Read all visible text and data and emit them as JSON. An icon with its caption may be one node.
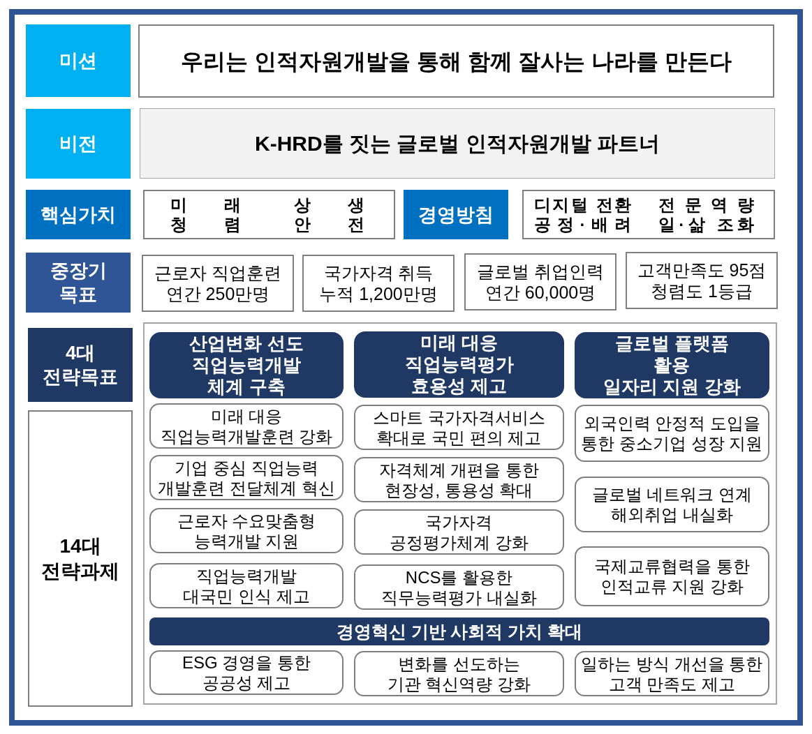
{
  "diagram": {
    "nodes": [
      {
        "text": [
          "미션"
        ]
      },
      {
        "text": [
          "우리는 인적자원개발을 통해 함께 잘사는 나라를 만든다"
        ]
      },
      {
        "text": [
          "비전"
        ]
      },
      {
        "text": [
          "K-HRD를 짓는 글로벌 인적자원개발 파트너"
        ]
      },
      {
        "text": [
          "핵심가치"
        ]
      },
      {
        "text": [
          "미래",
          "상생",
          "청렴",
          "안전"
        ]
      },
      {
        "text": [
          "경영방침"
        ]
      },
      {
        "text": [
          "디지털 전환",
          "전문역량",
          "공정·배려",
          "일·삶 조화"
        ]
      },
      {
        "text": [
          "중장기 목표"
        ]
      },
      {
        "text": [
          "근로자 직업훈련 연간 250만명"
        ]
      },
      {
        "text": [
          "국가자격 취득 누적 1,200만명"
        ]
      },
      {
        "text": [
          "글로벌 취업인력 연간 60,000명"
        ]
      },
      {
        "text": [
          "고객만족도 95점",
          "청렴도 1등급"
        ]
      },
      {
        "text": [
          "4대 전략목표"
        ]
      },
      {
        "text": [
          "14대 전략과제"
        ]
      },
      {
        "text": [],
        "shape": "box"
      },
      {
        "text": [
          "산업변화 선도 직업능력개발 체계 구축"
        ],
        "in": 15
      },
      {
        "text": [
          "미래 대응 직업능력평가 효용성 제고"
        ],
        "in": 15
      },
      {
        "text": [
          "글로벌 플랫폼 활용 일자리 지원 강화"
        ],
        "in": 15
      },
      {
        "text": [
          "미래 대응 직업능력개발훈련 강화"
        ],
        "in": 15
      },
      {
        "text": [
          "기업 중심 직업능력 개발훈련 전달체계 혁신"
        ],
        "in": 15
      },
      {
        "text": [
          "근로자 수요맞춤형 능력개발 지원"
        ],
        "in": 15
      },
      {
        "text": [
          "직업능력개발 대국민 인식 제고"
        ],
        "in": 15
      },
      {
        "text": [
          "스마트 국가자격서비스 확대로 국민 편의 제고"
        ],
        "in": 15
      },
      {
        "text": [
          "자격체계 개편을 통한 현장성, 통용성 확대"
        ],
        "in": 15
      },
      {
        "text": [
          "국가자격 공정평가체계 강화"
        ],
        "in": 15
      },
      {
        "text": [
          "NCS를 활용한 직무능력평가 내실화"
        ],
        "in": 15
      },
      {
        "text": [
          "외국인력 안정적 도입을 통한 중소기업 성장 지원"
        ],
        "in": 15
      },
      {
        "text": [
          "글로벌 네트워크 연계 해외취업 내실화"
        ],
        "in": 15
      },
      {
        "text": [
          "국제교류협력을 통한 인적교류 지원 강화"
        ],
        "in": 15
      },
      {
        "text": [
          "경영혁신 기반 사회적 가치 확대"
        ],
        "in": 15
      },
      {
        "text": [
          "ESG 경영을 통한 공공성 제고"
        ],
        "in": 15
      },
      {
        "text": [
          "변화를 선도하는 기관 혁신역량 강화"
        ],
        "in": 15
      },
      {
        "text": [
          "일하는 방식 개선을 통한 고객 만족도 제고"
        ],
        "in": 15
      }
    ]
  }
}
